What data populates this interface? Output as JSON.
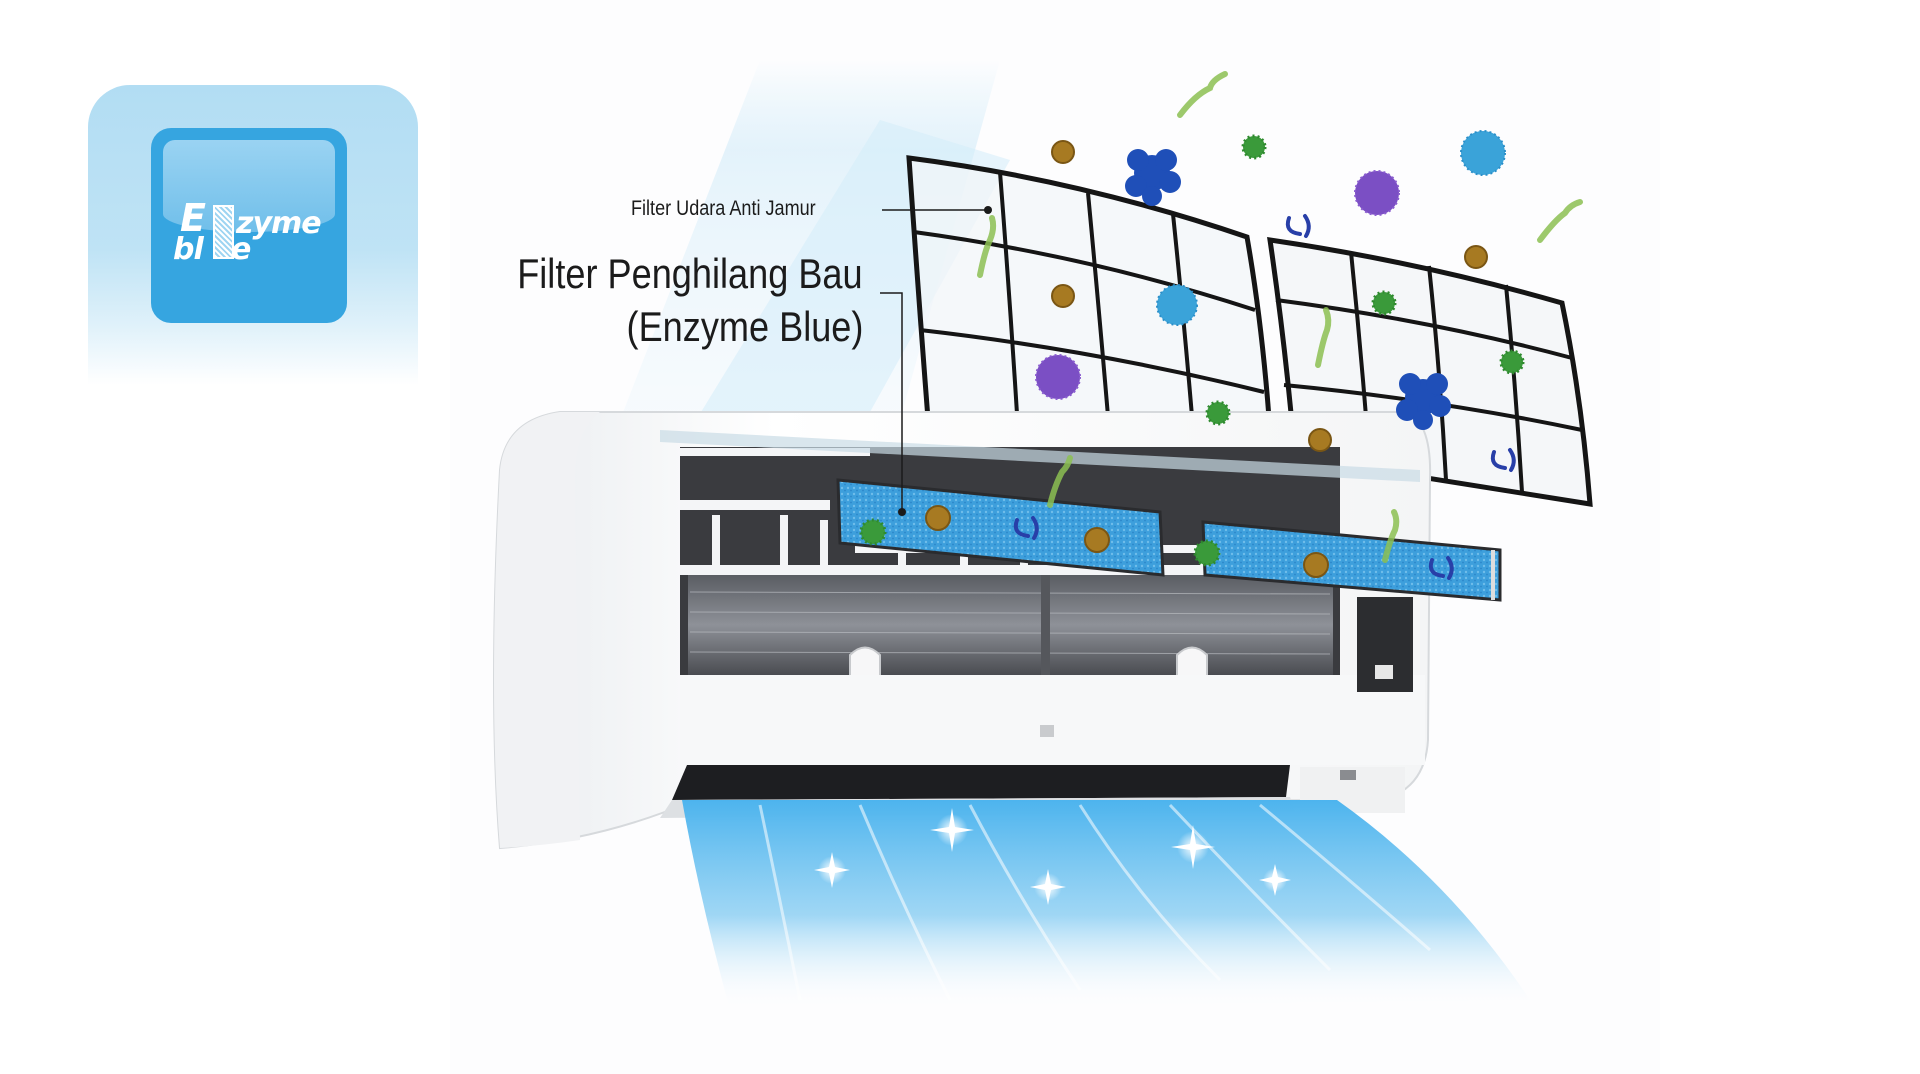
{
  "logo": {
    "brand_line1_a": "E",
    "brand_line1_b": "zyme",
    "brand_line2_a": "bl",
    "brand_line2_b": "e",
    "full_name": "Enzyme blue",
    "colors": {
      "panel": "#b2ddf3",
      "tile": "#36a5e0",
      "gloss": "#9ad3f2",
      "text": "#ffffff"
    }
  },
  "callouts": {
    "anti_mold_filter": "Filter Udara Anti Jamur",
    "deodorizing_filter_line1": "Filter Penghilang Bau",
    "deodorizing_filter_line2": "(Enzyme Blue)"
  },
  "illustration": {
    "subject": "air-conditioner-indoor-unit",
    "filters": [
      {
        "name": "anti-mold-air-filter-left",
        "color": "#1a1a1a"
      },
      {
        "name": "anti-mold-air-filter-right",
        "color": "#1a1a1a"
      },
      {
        "name": "enzyme-blue-filter-left",
        "color": "#3a9fdc"
      },
      {
        "name": "enzyme-blue-filter-right",
        "color": "#3a9fdc"
      }
    ],
    "particles": [
      "mold",
      "spore",
      "bacteria-cluster",
      "green-virus",
      "purple-virus",
      "cyan-virus",
      "dust-mite"
    ],
    "airflow_color": "#6cc3f0"
  }
}
